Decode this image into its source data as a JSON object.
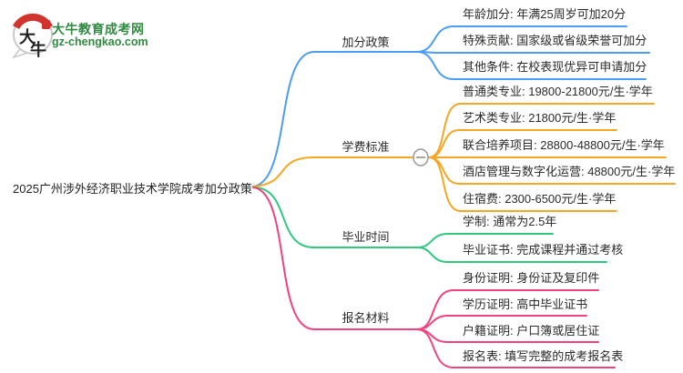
{
  "page": {
    "background": "#ffffff"
  },
  "logo": {
    "icon_char_top": "大",
    "icon_char_bottom": "牛",
    "title": "大牛教育成考网",
    "domain": "gz-chengkao.com",
    "green": "#2e8b3f",
    "red": "#d0342c"
  },
  "icons": {
    "collapse_toggle": "minus"
  },
  "mindmap": {
    "root": "2025广州涉外经济职业技术学院成考加分政策",
    "branches": [
      {
        "label": "加分政策",
        "color": "#4a9df2",
        "leaves": [
          "年龄加分: 年满25周岁可加20分",
          "特殊贡献: 国家级或省级荣誉可加分",
          "其他条件: 在校表现优异可申请加分"
        ]
      },
      {
        "label": "学费标准",
        "color": "#f5a623",
        "has_collapse_toggle": true,
        "leaves": [
          "普通类专业: 19800-21800元/生·学年",
          "艺术类专业: 21800元/生·学年",
          "联合培养项目: 28800-48800元/生·学年",
          "酒店管理与数字化运营: 48800元/生·学年",
          "住宿费: 2300-6500元/生·学年"
        ]
      },
      {
        "label": "毕业时间",
        "color": "#2fc97e",
        "leaves": [
          "学制: 通常为2.5年",
          "毕业证书: 完成课程并通过考核"
        ]
      },
      {
        "label": "报名材料",
        "color": "#f2427e",
        "leaves": [
          "身份证明: 身份证及复印件",
          "学历证明: 高中毕业证书",
          "户籍证明: 户口簿或居住证",
          "报名表: 填写完整的成考报名表"
        ]
      }
    ]
  }
}
